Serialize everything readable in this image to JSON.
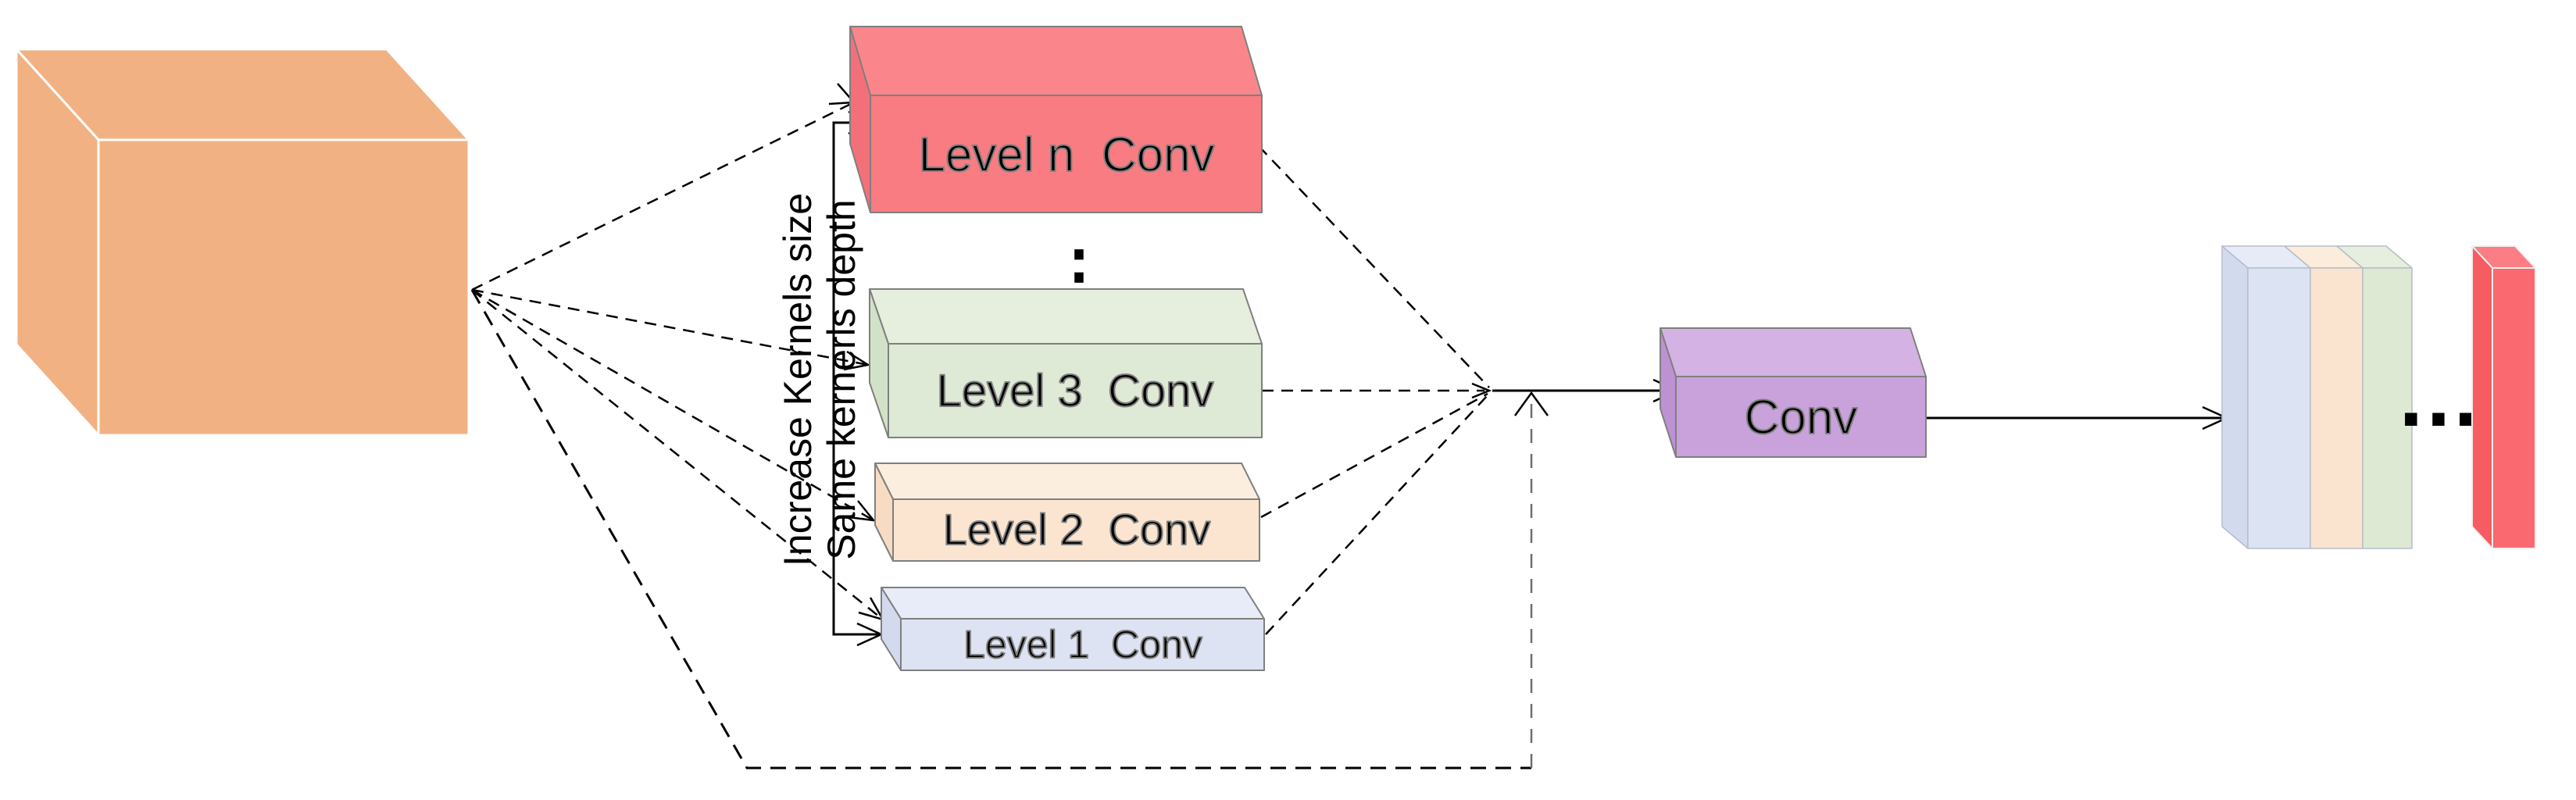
{
  "diagram": {
    "labels": {
      "level_n_conv": "Level n  Conv",
      "level_3_conv": "Level 3  Conv",
      "level_2_conv": "Level 2  Conv",
      "level_1_conv": "Level 1  Conv",
      "conv": "Conv",
      "increase_kernels": "Increase Kernels size",
      "same_kernels": "Same kernerls depth",
      "vertical_ellipsis": "⋮",
      "horizontal_ellipsis": "…"
    },
    "colors": {
      "cube": "#f2b183",
      "cube_edge": "#ffffff",
      "red_front": "#f97c82",
      "red_top": "#fa868b",
      "red_side": "#f3707a",
      "green_front": "#dee9d6",
      "green_top": "#e6efde",
      "green_side": "#d2e2c8",
      "peach_front": "#fbe5d1",
      "peach_top": "#fceedf",
      "peach_side": "#f7dcc3",
      "lavender_front": "#dee3f3",
      "lavender_top": "#e8ecf8",
      "lavender_side": "#d3daee",
      "purple_front": "#c9a2dc",
      "purple_top": "#d4b2e4",
      "purple_side": "#bd92d3",
      "stack_blue": "#dce3f2",
      "stack_blue_top": "#e6ebf7",
      "stack_peach": "#fae4d0",
      "stack_peach_top": "#fbecdc",
      "stack_green": "#dde9d3",
      "stack_green_top": "#e6efdd",
      "stack_side": "#d2dbee",
      "bar_red": "#f9696f",
      "bar_red_top": "#fa7e83",
      "bar_red_side": "#f75c63",
      "box_edge": "#7f7f7f",
      "stack_edge": "#b6bdc9",
      "bar_edge": "#f0f0f0",
      "line": "#000000",
      "line_gray": "#6e6e6e",
      "text": "#000000"
    }
  }
}
